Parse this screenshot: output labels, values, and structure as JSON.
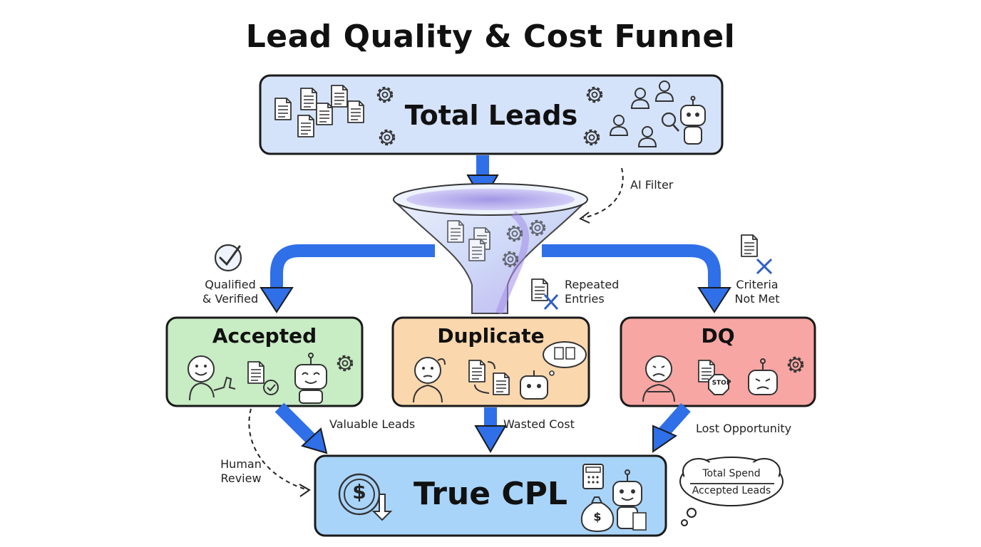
{
  "title": "Lead Quality & Cost Funnel",
  "nodes": {
    "total_leads": "Total Leads",
    "accepted": "Accepted",
    "duplicate": "Duplicate",
    "dq": "DQ",
    "true_cpl": "True CPL"
  },
  "labels": {
    "ai_filter": "AI Filter",
    "qualified": "Qualified\n& Verified",
    "repeated": "Repeated\nEntries",
    "criteria": "Criteria\nNot Met",
    "valuable": "Valuable Leads",
    "wasted": "Wasted Cost",
    "lost": "Lost Opportunity",
    "human_review": "Human\nReview"
  },
  "formula": {
    "numerator": "Total Spend",
    "denominator": "Accepted Leads"
  },
  "icons": {
    "stop_sign": "STOP"
  },
  "colors": {
    "total_leads_fill": "#d5e3fa",
    "accepted_fill": "#c8ecc4",
    "duplicate_fill": "#fbd7ae",
    "dq_fill": "#f8a6a3",
    "true_cpl_fill": "#a9d4fa",
    "arrow_blue": "#2f6fe8"
  }
}
